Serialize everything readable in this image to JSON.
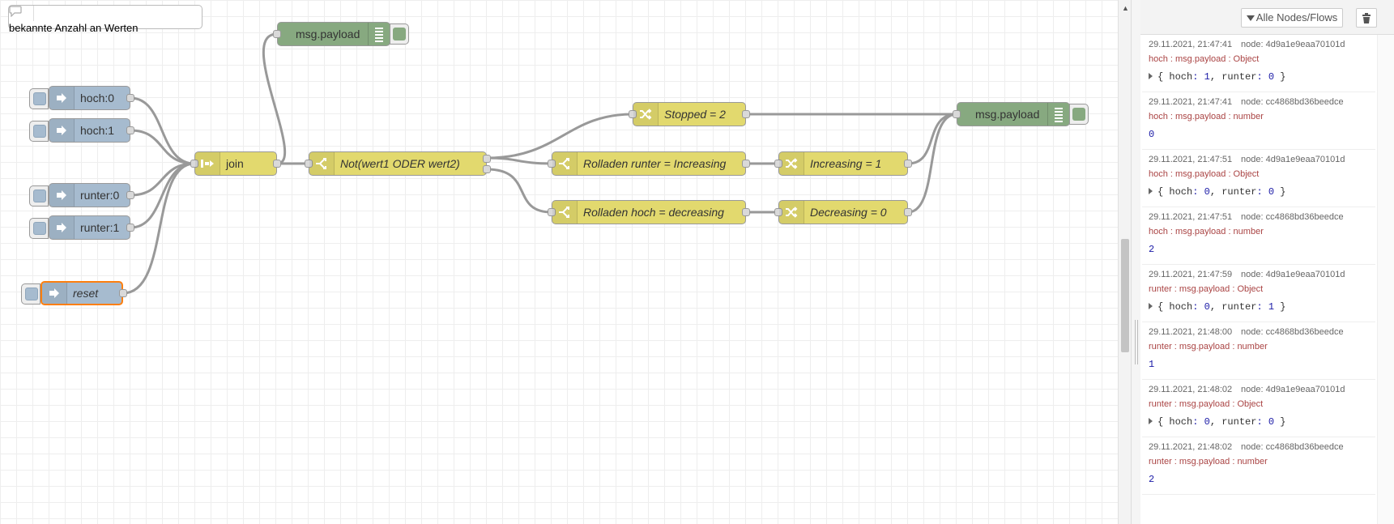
{
  "comment": {
    "text": "bekannte Anzahl an Werten"
  },
  "nodes": {
    "inject_hoch0": "hoch:0",
    "inject_hoch1": "hoch:1",
    "inject_runter0": "runter:0",
    "inject_runter1": "runter:1",
    "inject_reset": "reset",
    "join": "join",
    "debug_top": "msg.payload",
    "switch_not": "Not(wert1 ODER wert2)",
    "change_stopped": "Stopped = 2",
    "switch_runter": "Rolladen runter = Increasing",
    "switch_hoch": "Rolladen hoch = decreasing",
    "change_increasing": "Increasing = 1",
    "change_decreasing": "Decreasing = 0",
    "debug_right": "msg.payload"
  },
  "colors": {
    "inject": "#a6bbcf",
    "function": "#e2d96e",
    "debug": "#87a980",
    "selected": "#ff7f0e"
  },
  "sidebar": {
    "filter_label": "Alle Nodes/Flows",
    "filter_icon": "filter-icon",
    "trash_icon": "trash-icon",
    "messages": [
      {
        "time": "29.11.2021, 21:47:41",
        "node": "node: 4d9a1e9eaa70101d",
        "name": "hoch : msg.payload : Object",
        "object": true,
        "value": "{ hoch: 1, runter: 0 }"
      },
      {
        "time": "29.11.2021, 21:47:41",
        "node": "node: cc4868bd36beedce",
        "name": "hoch : msg.payload : number",
        "object": false,
        "value": "0"
      },
      {
        "time": "29.11.2021, 21:47:51",
        "node": "node: 4d9a1e9eaa70101d",
        "name": "hoch : msg.payload : Object",
        "object": true,
        "value": "{ hoch: 0, runter: 0 }"
      },
      {
        "time": "29.11.2021, 21:47:51",
        "node": "node: cc4868bd36beedce",
        "name": "hoch : msg.payload : number",
        "object": false,
        "value": "2"
      },
      {
        "time": "29.11.2021, 21:47:59",
        "node": "node: 4d9a1e9eaa70101d",
        "name": "runter : msg.payload : Object",
        "object": true,
        "value": "{ hoch: 0, runter: 1 }"
      },
      {
        "time": "29.11.2021, 21:48:00",
        "node": "node: cc4868bd36beedce",
        "name": "runter : msg.payload : number",
        "object": false,
        "value": "1"
      },
      {
        "time": "29.11.2021, 21:48:02",
        "node": "node: 4d9a1e9eaa70101d",
        "name": "runter : msg.payload : Object",
        "object": true,
        "value": "{ hoch: 0, runter: 0 }"
      },
      {
        "time": "29.11.2021, 21:48:02",
        "node": "node: cc4868bd36beedce",
        "name": "runter : msg.payload : number",
        "object": false,
        "value": "2"
      }
    ]
  }
}
